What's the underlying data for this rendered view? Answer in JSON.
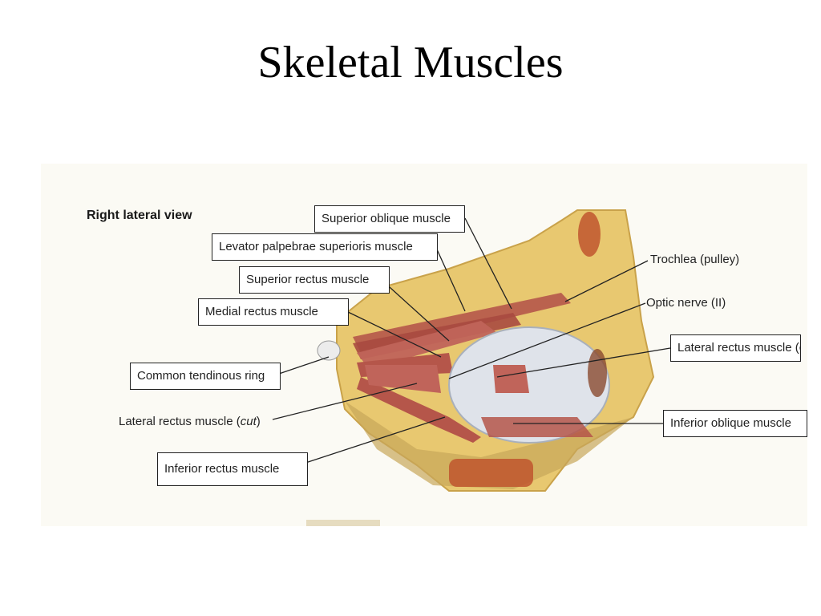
{
  "slide": {
    "title": "Skeletal Muscles"
  },
  "figure": {
    "view_label": "Right lateral view",
    "labels": {
      "superior_oblique": "Superior oblique muscle",
      "levator": "Levator palpebrae superioris muscle",
      "superior_rectus": "Superior rectus muscle",
      "medial_rectus": "Medial rectus muscle",
      "common_ring": "Common tendinous ring",
      "lateral_rectus_cut_prefix": "Lateral rectus muscle (",
      "lateral_rectus_cut_italic": "cut",
      "lateral_rectus_cut_suffix": ")",
      "inferior_rectus": "Inferior rectus muscle",
      "trochlea": "Trochlea (pulley)",
      "optic_nerve": "Optic nerve (II)",
      "lateral_rectus": "Lateral rectus muscle (c",
      "inferior_oblique": "Inferior oblique muscle"
    }
  },
  "colors": {
    "bone": "#e8c870",
    "muscle": "#b5564a",
    "eyeball": "#dfe3ea",
    "panel": "#fbfaf4"
  }
}
